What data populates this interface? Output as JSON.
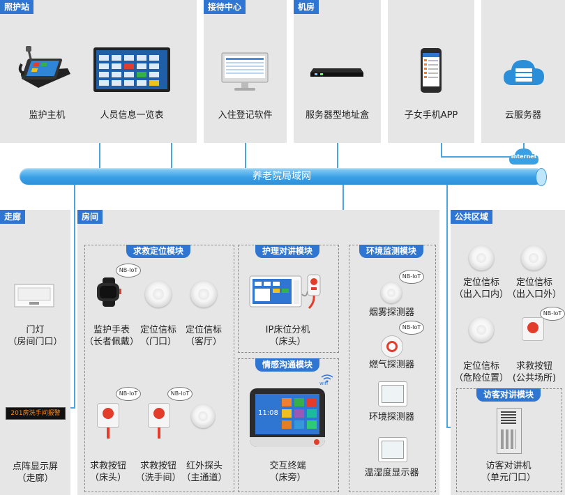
{
  "bus_label": "养老院局域网",
  "internet_label": "Internet",
  "nb_badge": "NB-IoT",
  "wifi_label": "wifi",
  "sections": {
    "nursing_station": {
      "title": "照护站",
      "items": [
        "监护主机",
        "人员信息一览表"
      ]
    },
    "reception": {
      "title": "接待中心",
      "items": [
        "入住登记软件"
      ]
    },
    "server_room": {
      "title": "机房",
      "items": [
        "服务器型地址盒"
      ]
    },
    "family_app": {
      "items": [
        "子女手机APP"
      ]
    },
    "cloud": {
      "items": [
        "云服务器"
      ]
    },
    "corridor": {
      "title": "走廊",
      "items": [
        {
          "line1": "门灯",
          "line2": "（房间门口）"
        },
        {
          "line1": "点阵显示屏",
          "line2": "（走廊）"
        }
      ],
      "display_text": "201房洗手间报警"
    },
    "room": {
      "title": "房间"
    },
    "public": {
      "title": "公共区域",
      "items": [
        {
          "line1": "定位信标",
          "line2": "（出入口内）"
        },
        {
          "line1": "定位信标",
          "line2": "（出入口外）"
        },
        {
          "line1": "定位信标",
          "line2": "（危险位置）"
        },
        {
          "line1": "求救按钮",
          "line2": "(公共场所)"
        }
      ]
    }
  },
  "modules": {
    "rescue": {
      "title": "求救定位模块",
      "items": [
        {
          "line1": "监护手表",
          "line2": "（长者佩戴）"
        },
        {
          "line1": "定位信标",
          "line2": "（门口）"
        },
        {
          "line1": "定位信标",
          "line2": "（客厅）"
        },
        {
          "line1": "求救按钮",
          "line2": "（床头）"
        },
        {
          "line1": "求救按钮",
          "line2": "（洗手间）"
        },
        {
          "line1": "红外探头",
          "line2": "（主通道）"
        }
      ]
    },
    "intercom": {
      "title": "护理对讲模块",
      "items": [
        {
          "line1": "IP床位分机",
          "line2": "（床头）"
        }
      ]
    },
    "emotion": {
      "title": "情感沟通模块",
      "items": [
        {
          "line1": "交互终端",
          "line2": "（床旁）"
        }
      ],
      "screen_time": "11:08"
    },
    "environment": {
      "title": "环境监测模块",
      "items": [
        "烟雾探测器",
        "燃气探测器",
        "环境探测器",
        "温湿度显示器"
      ]
    },
    "visitor": {
      "title": "访客对讲模块",
      "items": [
        {
          "line1": "访客对讲机",
          "line2": "（单元门口）"
        }
      ]
    }
  },
  "colors": {
    "accent": "#2f76d2",
    "bus": "#3aa0e6",
    "panel": "#e6e6e6",
    "alarm": "#e23c2b"
  }
}
